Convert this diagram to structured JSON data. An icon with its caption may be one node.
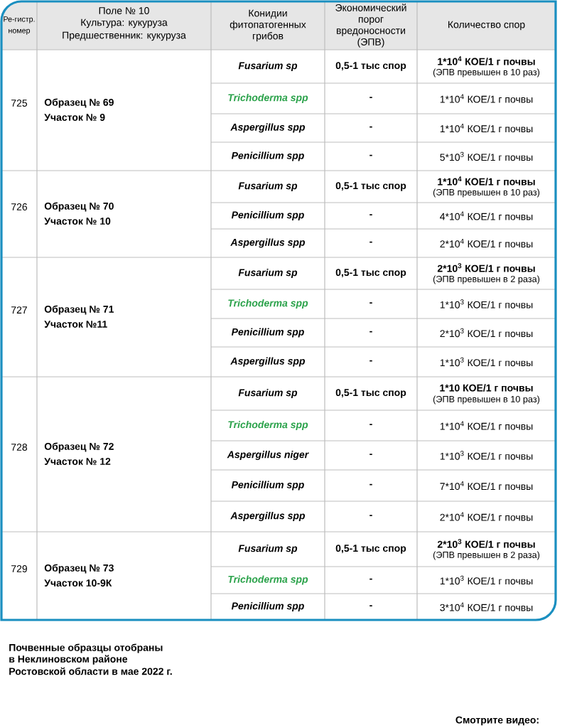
{
  "diagram": {
    "labels": [
      "Ре-гистр. номер",
      "Поле № 10",
      "Культура: кукуруза",
      "Предшественник: кукуруза",
      "Конидии фитопатогенных грибов",
      "Экономический порог вредоносности (ЭПВ)",
      "Количество спор",
      "725",
      "Образец № 69",
      "Участок № 9",
      "Fusarium sp",
      "0,5-1 тыс спор",
      "1*10$^{4}$ КОЕ/1 г почвы",
      "(ЭПВ превышен в 10 раз)",
      "Trichoderma spp",
      "-",
      "1*10$^{4}$ КОЕ/1 г почвы",
      "Aspergillus spp",
      "-",
      "1*10$^{4}$ КОЕ/1 г почвы",
      "Penicillium spp",
      "-",
      "5*10$^{3}$ КОЕ/1 г почвы",
      "726",
      "Образец № 70",
      "Участок № 10",
      "Fusarium sp",
      "0,5-1 тыс спор",
      "1*10$^{4}$ КОЕ/1 г почвы",
      "(ЭПВ превышен в 10 раз)",
      "Penicillium spp",
      "-",
      "4*10$^{4}$ КОЕ/1 г почвы",
      "Aspergillus spp",
      "-",
      "2*10$^{4}$ КОЕ/1 г почвы",
      "727",
      "Образец № 71",
      "Участок №11",
      "Fusarium sp",
      "0,5-1 тыс спор",
      "2*10$^{3}$ КОЕ/1 г почвы",
      "(ЭПВ превышен в 2 раза)",
      "Trichoderma spp",
      "-",
      "1*10$^{3}$ КОЕ/1 г почвы",
      "Penicillium spp",
      "-",
      "2*10$^{3}$ КОЕ/1 г почвы",
      "Aspergillus spp",
      "-",
      "1*10$^{3}$ КОЕ/1 г почвы",
      "728",
      "Образец № 72",
      "Участок № 12",
      "Fusarium sp",
      "0,5-1 тыс спор",
      "1*10 КОЕ/1 г почвы",
      "(ЭПВ превышен в 10 раз)",
      "Trichoderma spp",
      "-",
      "1*10$^{4}$ КОЕ/1 г почвы",
      "Aspergillus niger",
      "-",
      "1*10$^{3}$ КОЕ/1 г почвы",
      "Penicillium spp",
      "-",
      "7*10$^{4}$ КОЕ/1 г почвы",
      "Aspergillus spp",
      "-",
      "2*10$^{4}$ КОЕ/1 г почвы",
      "729",
      "Образец № 73",
      "Участок 10-9К",
      "Fusarium sp",
      "0,5-1 тыс спор",
      "2*10$^{3}$ КОЕ/1 г почвы",
      "(ЭПВ превышен в 2 раза)",
      "Trichoderma spp",
      "-",
      "1*10$^{3}$ КОЕ/1 г почвы",
      "Penicillium spp",
      "-",
      "3*10$^{4}$ КОЕ/1 г почвы",
      "Почвенные образцы отобраны",
      "в Неклиновском районе",
      "Ростовской области в мае 2022 г.",
      "Смотрите видео:"
    ]
  }
}
